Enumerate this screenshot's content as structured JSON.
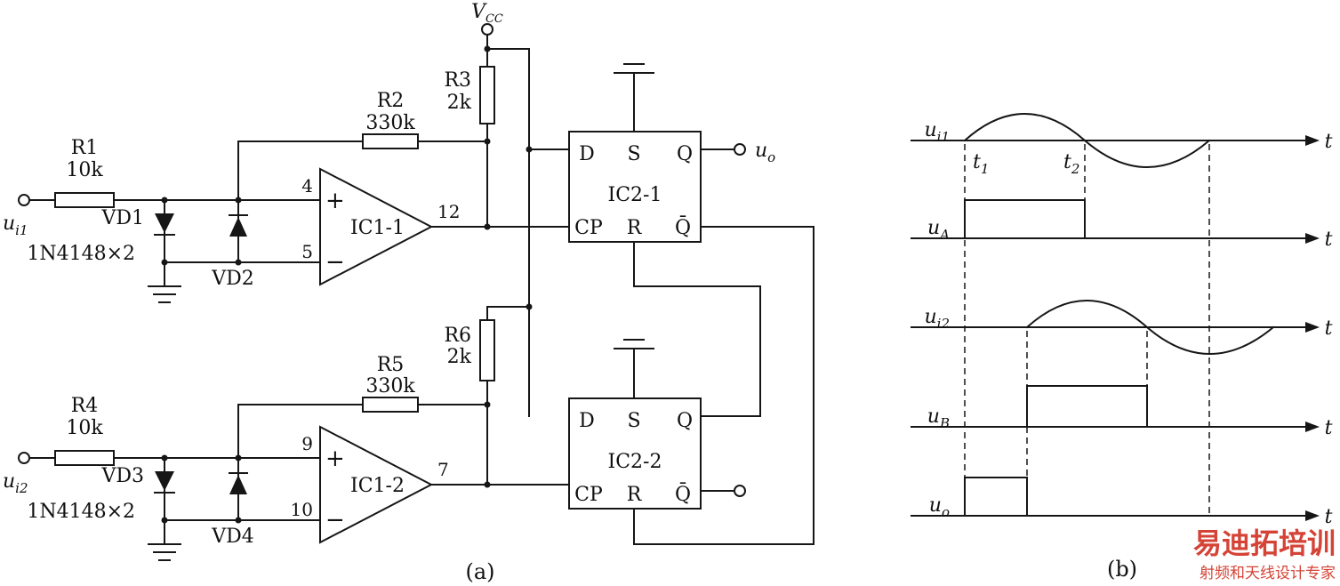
{
  "circuit": {
    "vcc": {
      "base": "V",
      "sub": "CC"
    },
    "in1": {
      "base": "u",
      "sub": "i1"
    },
    "in2": {
      "base": "u",
      "sub": "i2"
    },
    "out": {
      "base": "u",
      "sub": "o"
    },
    "r": {
      "r1": {
        "name": "R1",
        "value": "10k"
      },
      "r2": {
        "name": "R2",
        "value": "330k"
      },
      "r3": {
        "name": "R3",
        "value": "2k"
      },
      "r4": {
        "name": "R4",
        "value": "10k"
      },
      "r5": {
        "name": "R5",
        "value": "330k"
      },
      "r6": {
        "name": "R6",
        "value": "2k"
      }
    },
    "d": {
      "vd1": "VD1",
      "vd2": "VD2",
      "vd3": "VD3",
      "vd4": "VD4",
      "part_top": "1N4148×2",
      "part_bottom": "1N4148×2"
    },
    "op1": {
      "name": "IC1-1",
      "plus": "+",
      "minus": "−",
      "pin_plus": "4",
      "pin_minus": "5",
      "pin_out": "12"
    },
    "op2": {
      "name": "IC1-2",
      "plus": "+",
      "minus": "−",
      "pin_plus": "9",
      "pin_minus": "10",
      "pin_out": "7"
    },
    "ff1": {
      "name": "IC2-1",
      "d": "D",
      "s": "S",
      "q": "Q",
      "cp": "CP",
      "r": "R",
      "qb": "Q̄"
    },
    "ff2": {
      "name": "IC2-2",
      "d": "D",
      "s": "S",
      "q": "Q",
      "cp": "CP",
      "r": "R",
      "qb": "Q̄"
    },
    "caption": "(a)"
  },
  "wave": {
    "u1": {
      "base": "u",
      "sub": "i1"
    },
    "ua": {
      "base": "u",
      "sub": "A"
    },
    "u2": {
      "base": "u",
      "sub": "i2"
    },
    "ub": {
      "base": "u",
      "sub": "B"
    },
    "uo": {
      "base": "u",
      "sub": "o"
    },
    "t": "t",
    "t1": {
      "base": "t",
      "sub": "1"
    },
    "t2": {
      "base": "t",
      "sub": "2"
    },
    "caption": "(b)"
  },
  "watermark": {
    "title": "易迪拓培训",
    "subtitle": "射频和天线设计专家"
  }
}
